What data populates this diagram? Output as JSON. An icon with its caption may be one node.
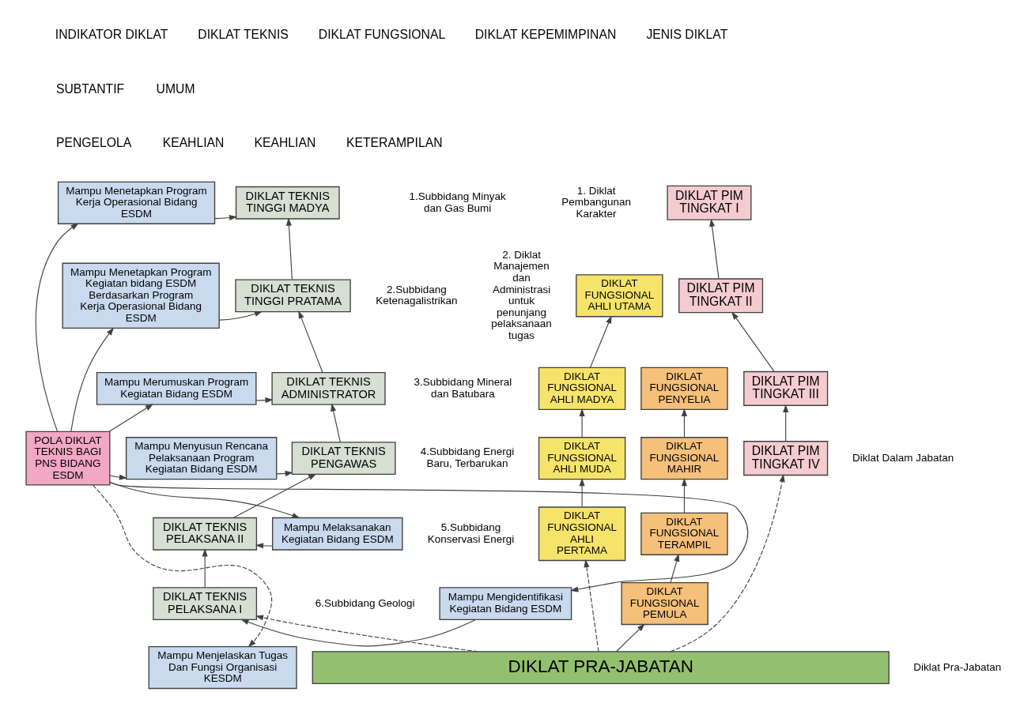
{
  "diagram": {
    "nodes": [
      {
        "text": [
          "POLA DIKLAT TEKNIS BAGI PNS BIDANG ESDM"
        ]
      },
      {
        "text": [
          "Mampu Menetapkan Program Kerja Operasional Bidang ESDM"
        ]
      },
      {
        "text": [
          "Mampu Menetapkan Program Kegiatan bidang ESDM Berdasarkan Program Kerja Operasional Bidang ESDM"
        ]
      },
      {
        "text": [
          "Mampu Merumuskan Program Kegiatan Bidang ESDM"
        ]
      },
      {
        "text": [
          "Mampu Menyusun Rencana Pelaksanaan Program Kegiatan Bidang ESDM"
        ]
      },
      {
        "text": [
          "Mampu Melaksanakan Kegiatan Bidang ESDM"
        ]
      },
      {
        "text": [
          "Mampu Mengidentifikasi Kegiatan Bidang ESDM"
        ]
      },
      {
        "text": [
          "Mampu Menjelaskan Tugas Dan Fungsi Organisasi KESDM"
        ]
      },
      {
        "text": [
          "DIKLAT TEKNIS TINGGI MADYA"
        ]
      },
      {
        "text": [
          "DIKLAT TEKNIS TINGGI PRATAMA"
        ]
      },
      {
        "text": [
          "DIKLAT TEKNIS ADMINISTRATOR"
        ]
      },
      {
        "text": [
          "DIKLAT TEKNIS PENGAWAS"
        ]
      },
      {
        "text": [
          "DIKLAT TEKNIS PELAKSANA II"
        ]
      },
      {
        "text": [
          "DIKLAT TEKNIS PELAKSANA I"
        ]
      },
      {
        "text": [
          "DIKLAT FUNGSIONAL AHLI UTAMA"
        ]
      },
      {
        "text": [
          "DIKLAT FUNGSIONAL AHLI MADYA"
        ]
      },
      {
        "text": [
          "DIKLAT FUNGSIONAL AHLI MUDA"
        ]
      },
      {
        "text": [
          "DIKLAT FUNGSIONAL AHLI PERTAMA"
        ]
      },
      {
        "text": [
          "DIKLAT FUNGSIONAL PENYELIA"
        ]
      },
      {
        "text": [
          "DIKLAT FUNGSIONAL MAHIR"
        ]
      },
      {
        "text": [
          "DIKLAT FUNGSIONAL TERAMPIL"
        ]
      },
      {
        "text": [
          "DIKLAT FUNGSIONAL PEMULA"
        ]
      },
      {
        "text": [
          "DIKLAT PIM TINGKAT I"
        ]
      },
      {
        "text": [
          "DIKLAT PIM TINGKAT II"
        ]
      },
      {
        "text": [
          "DIKLAT PIM TINGKAT III"
        ]
      },
      {
        "text": [
          "DIKLAT PIM TINGKAT IV"
        ]
      },
      {
        "text": [
          "DIKLAT PRA-JABATAN"
        ]
      }
    ],
    "edges": [
      {
        "from": 0,
        "to": 1,
        "arrow": "to"
      },
      {
        "from": 0,
        "to": 2,
        "arrow": "to"
      },
      {
        "from": 0,
        "to": 3,
        "arrow": "to"
      },
      {
        "from": 0,
        "to": 4,
        "arrow": "to"
      },
      {
        "from": 0,
        "to": 5,
        "arrow": "to"
      },
      {
        "from": 0,
        "to": 6,
        "arrow": "to"
      },
      {
        "from": 0,
        "to": 7,
        "arrow": "to",
        "style": "dashed"
      },
      {
        "from": 1,
        "to": 8,
        "arrow": "to"
      },
      {
        "from": 2,
        "to": 9,
        "arrow": "to"
      },
      {
        "from": 3,
        "to": 10,
        "arrow": "to"
      },
      {
        "from": 4,
        "to": 11,
        "arrow": "to"
      },
      {
        "from": 5,
        "to": 12,
        "arrow": "to"
      },
      {
        "from": 6,
        "to": 13,
        "arrow": "to"
      },
      {
        "from": 13,
        "to": 12,
        "arrow": "to"
      },
      {
        "from": 12,
        "to": 11,
        "arrow": "to"
      },
      {
        "from": 11,
        "to": 10,
        "arrow": "to"
      },
      {
        "from": 10,
        "to": 9,
        "arrow": "to"
      },
      {
        "from": 9,
        "to": 8,
        "arrow": "to"
      },
      {
        "from": 17,
        "to": 16,
        "arrow": "to"
      },
      {
        "from": 16,
        "to": 15,
        "arrow": "to"
      },
      {
        "from": 15,
        "to": 14,
        "arrow": "to"
      },
      {
        "from": 21,
        "to": 20,
        "arrow": "to"
      },
      {
        "from": 20,
        "to": 19,
        "arrow": "to"
      },
      {
        "from": 19,
        "to": 18,
        "arrow": "to"
      },
      {
        "from": 25,
        "to": 24,
        "arrow": "to"
      },
      {
        "from": 24,
        "to": 23,
        "arrow": "to"
      },
      {
        "from": 23,
        "to": 22,
        "arrow": "to"
      },
      {
        "from": 26,
        "to": 13,
        "arrow": "to",
        "style": "dashed"
      },
      {
        "from": 26,
        "to": 17,
        "arrow": "to",
        "style": "dashed"
      },
      {
        "from": 26,
        "to": 21,
        "arrow": "to"
      },
      {
        "from": 26,
        "to": 25,
        "arrow": "to",
        "style": "dashed"
      }
    ],
    "labels": [
      "INDIKATOR DIKLAT",
      "DIKLAT TEKNIS",
      "DIKLAT FUNGSIONAL",
      "DIKLAT KEPEMIMPINAN",
      "JENIS DIKLAT",
      "SUBTANTIF",
      "UMUM",
      "PENGELOLA",
      "KEAHLIAN",
      "KEAHLIAN",
      "KETERAMPILAN",
      "1.Subbidang Minyak dan Gas Bumi",
      "2.Subbidang Ketenagalistrikan",
      "3.Subbidang Mineral dan Batubara",
      "4.Subbidang Energi Baru, Terbarukan",
      "5.Subbidang Konservasi Energi",
      "6.Subbidang Geologi",
      "1. Diklat Pembangunan Karakter",
      "2. Diklat Manajemen dan Administrasi untuk penunjang pelaksanaan tugas",
      "Diklat Dalam Jabatan",
      "Diklat Pra-Jabatan"
    ]
  }
}
